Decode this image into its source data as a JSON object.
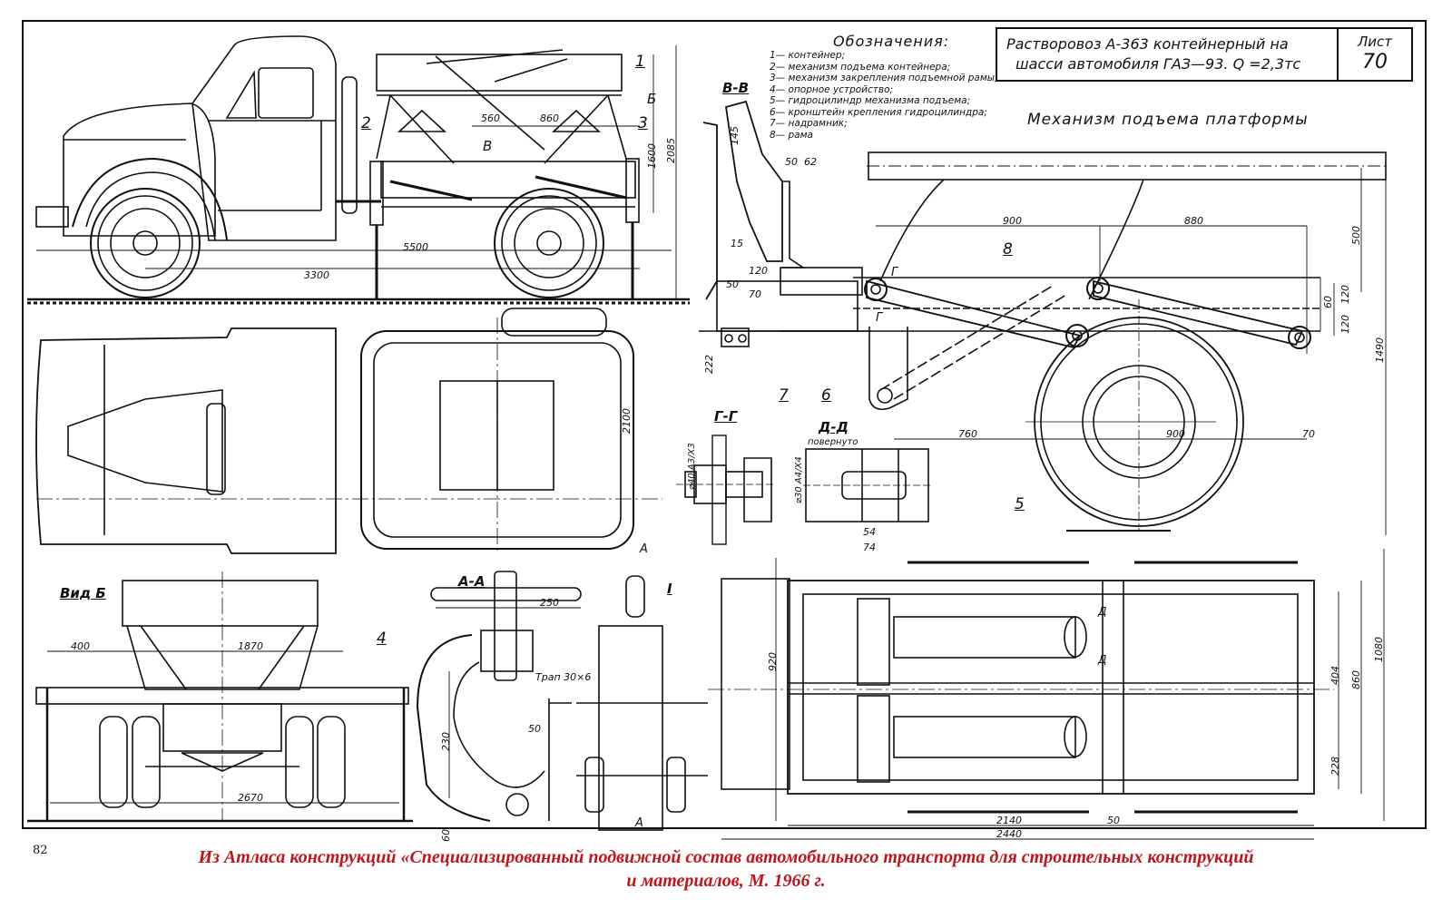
{
  "legend": {
    "title": "Обозначения:",
    "items": [
      "1— контейнер;",
      "2— механизм подъема контейнера;",
      "3— механизм закрепления подъемной рамы;",
      "4— опорное устройство;",
      "5— гидроцилиндр механизма подъема;",
      "6— кронштейн крепления гидроцилиндра;",
      "7— надрамник;",
      "8— рама"
    ]
  },
  "title_block": {
    "line1": "Растворовоз А-363 контейнерный на",
    "line2": "шасси автомобиля ГАЗ—93. Q =2,3тс",
    "sheet_label": "Лист",
    "sheet_number": "70"
  },
  "mechanism_title": "Механизм подъема платформы",
  "section_labels": {
    "vv": "В-В",
    "gg": "Г-Г",
    "dd": "Д-Д",
    "dd_note": "повернуто",
    "aa": "А-А",
    "vid_b": "Вид Б",
    "detail_i": "I",
    "marker_b": "Б",
    "marker_v": "В",
    "marker_a": "А",
    "marker_g": "Г",
    "marker_d": "Д"
  },
  "part_numbers": [
    "1",
    "2",
    "3",
    "4",
    "5",
    "6",
    "7",
    "8"
  ],
  "dimensions": {
    "side_view": {
      "d3300": "3300",
      "d5500": "5500",
      "d560": "560",
      "d860": "860",
      "d1600": "1600",
      "d2085": "2085"
    },
    "section_vv": {
      "d145": "145",
      "d50": "50",
      "d62": "62",
      "d15": "15",
      "d120": "120",
      "d50b": "50",
      "d70": "70",
      "d222": "222"
    },
    "mechanism": {
      "d900a": "900",
      "d880": "880",
      "d500": "500",
      "d60": "60",
      "d120a": "120",
      "d120b": "120",
      "d1490": "1490",
      "d760": "760",
      "d900b": "900",
      "d70": "70"
    },
    "plan_view": {
      "d2100": "2100"
    },
    "section_gg": {
      "dia": "⌀40 А3/Х3"
    },
    "section_dd": {
      "dia": "⌀30 А4/Х4",
      "d54": "54",
      "d74": "74"
    },
    "view_b": {
      "d400": "400",
      "d1870": "1870",
      "d2670": "2670"
    },
    "section_aa": {
      "d250": "250",
      "thread": "Трап 30×6",
      "d230": "230",
      "d50": "50",
      "d60": "60"
    },
    "frame_plan": {
      "d920": "920",
      "d1080": "1080",
      "d860": "860",
      "d404": "404",
      "d228": "228",
      "d2140": "2140",
      "d50": "50",
      "d2440": "2440"
    }
  },
  "footer": {
    "page_number": "82",
    "caption_line1": "Из Атласа конструкций «Специализированный подвижной состав автомобильного транспорта для строительных конструкций",
    "caption_line2": "и материалов, М. 1966 г.",
    "caption_color": "#c0161b"
  }
}
